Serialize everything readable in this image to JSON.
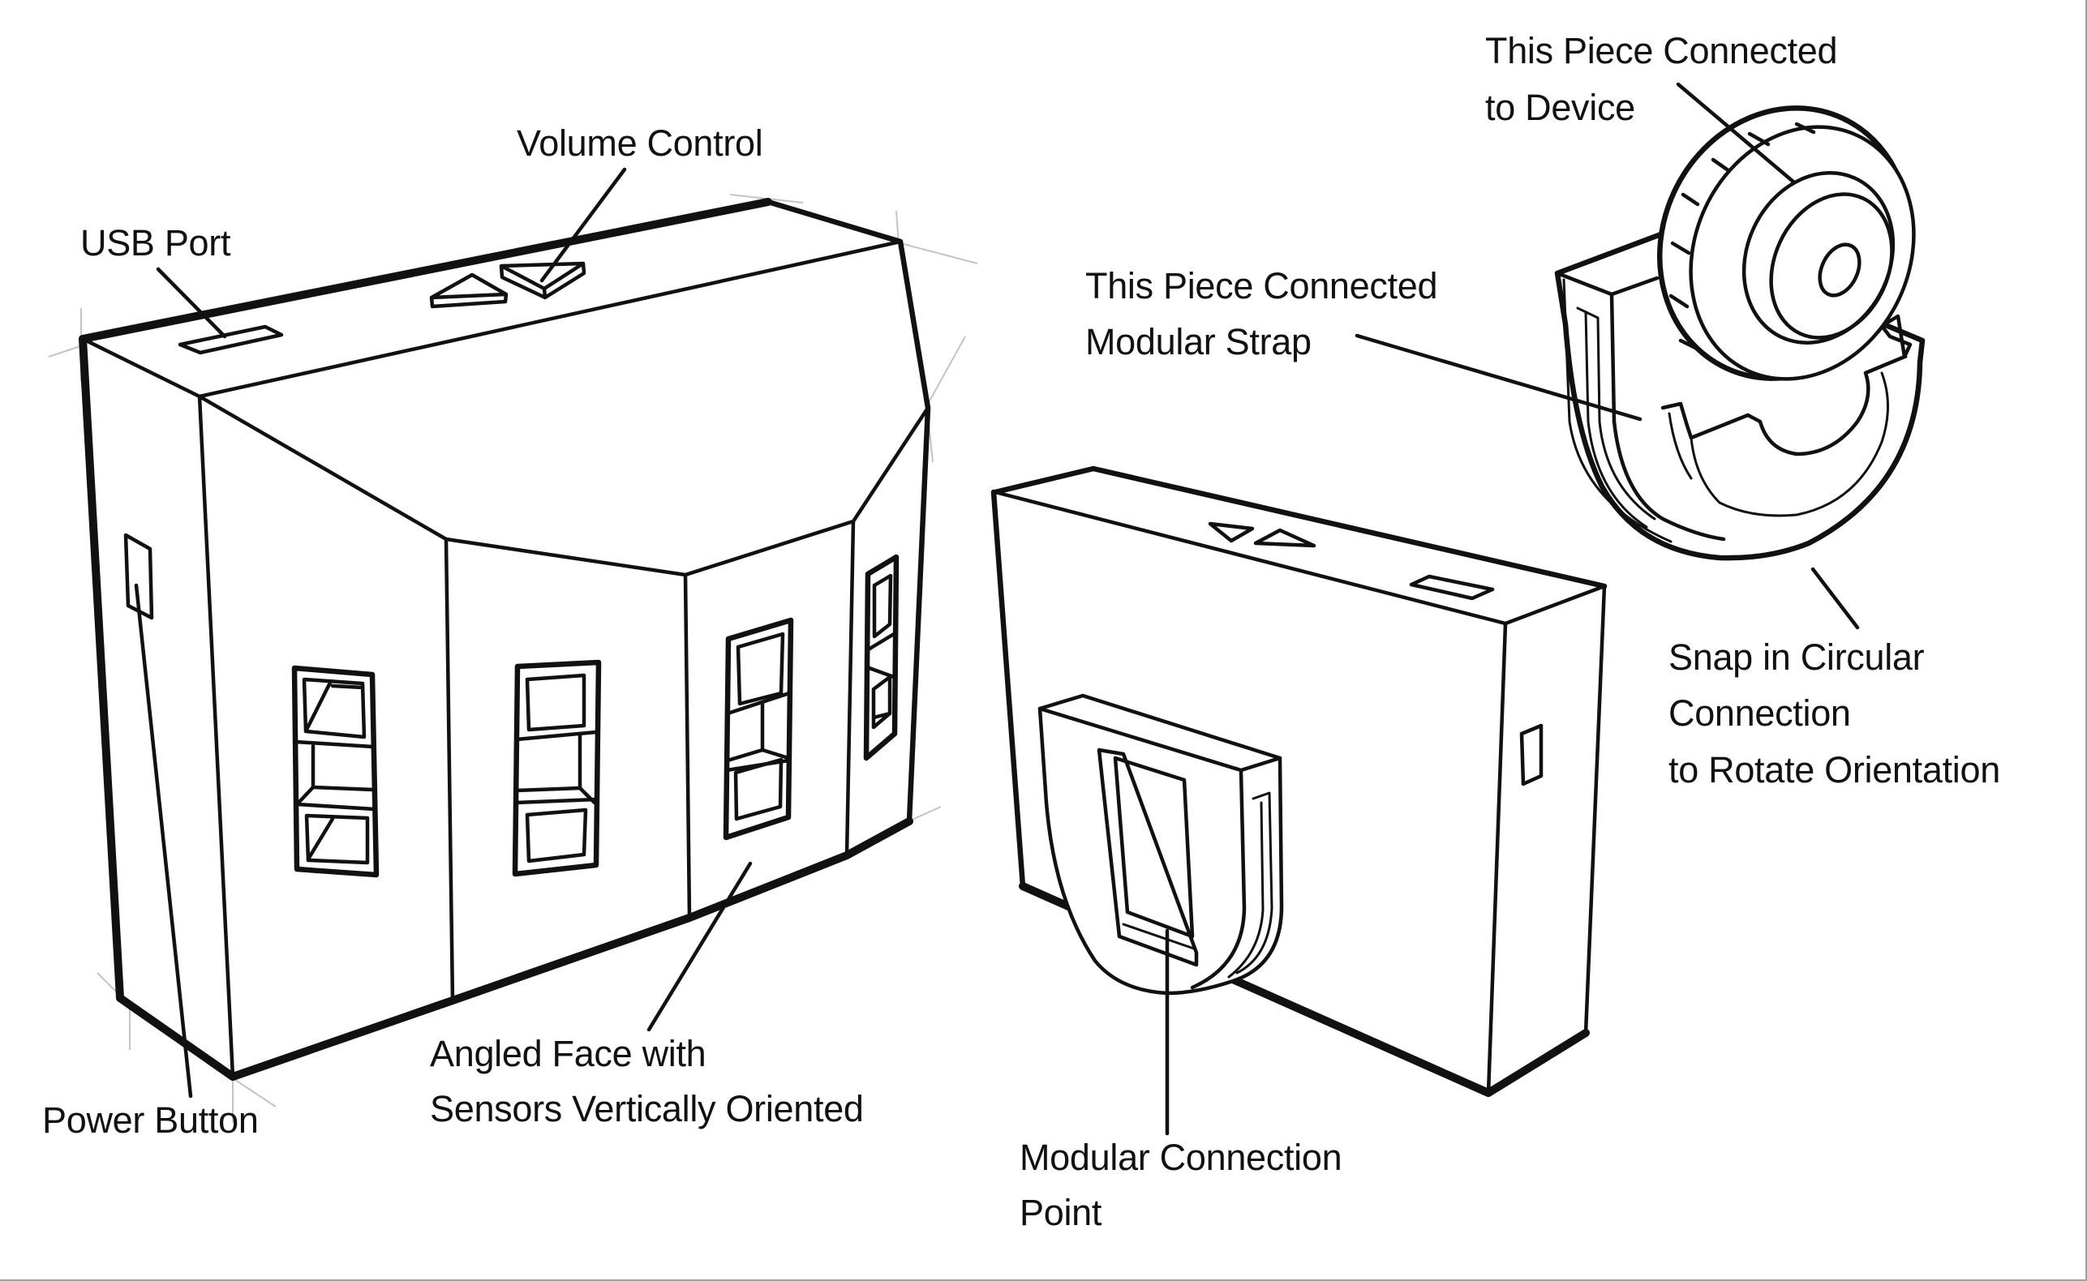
{
  "diagram": {
    "description": "Sketch of a wearable sensor device, its rear view with modular connection, and a rotating strap clip",
    "colors": {
      "ink": "#111111",
      "guide": "#c4c4c4",
      "background": "#ffffff",
      "border": "#a0a0a0"
    },
    "labels": {
      "usb_port": "USB Port",
      "volume_control": "Volume Control",
      "power_button": "Power Button",
      "angled_face_line1": "Angled Face with",
      "angled_face_line2": "Sensors Vertically Oriented",
      "modular_connection_line1": "Modular Connection",
      "modular_connection_line2": "Point",
      "piece_to_device_line1": "This Piece Connected",
      "piece_to_device_line2": "to Device",
      "piece_to_strap_line1": "This Piece Connected",
      "piece_to_strap_line2": "Modular Strap",
      "snap_line1": "Snap in Circular",
      "snap_line2": "Connection",
      "snap_line3": "to Rotate Orientation"
    },
    "components": [
      {
        "id": "main-device",
        "name": "Main device (front view)",
        "sensor_windows": 4
      },
      {
        "id": "rear-device",
        "name": "Device rear view with modular connection"
      },
      {
        "id": "strap-clip",
        "name": "Rotating strap clip with dial"
      }
    ]
  }
}
